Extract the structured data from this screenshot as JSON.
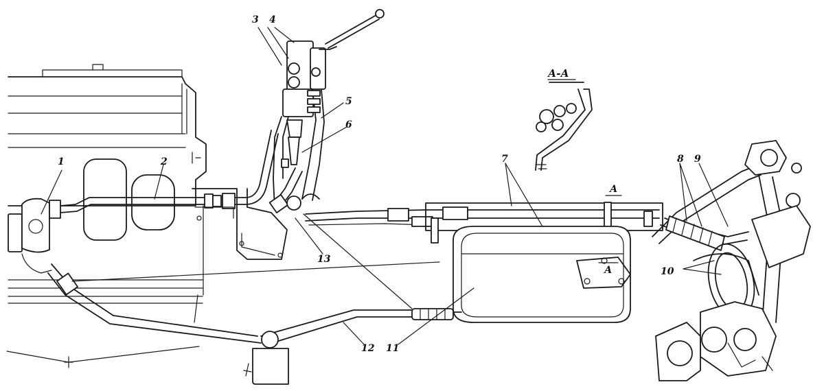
{
  "diagram": {
    "section_label": "А-А",
    "section_marks": [
      "А",
      "А"
    ],
    "callouts": [
      "1",
      "2",
      "3",
      "4",
      "5",
      "6",
      "7",
      "8",
      "9",
      "10",
      "11",
      "12",
      "13"
    ]
  }
}
